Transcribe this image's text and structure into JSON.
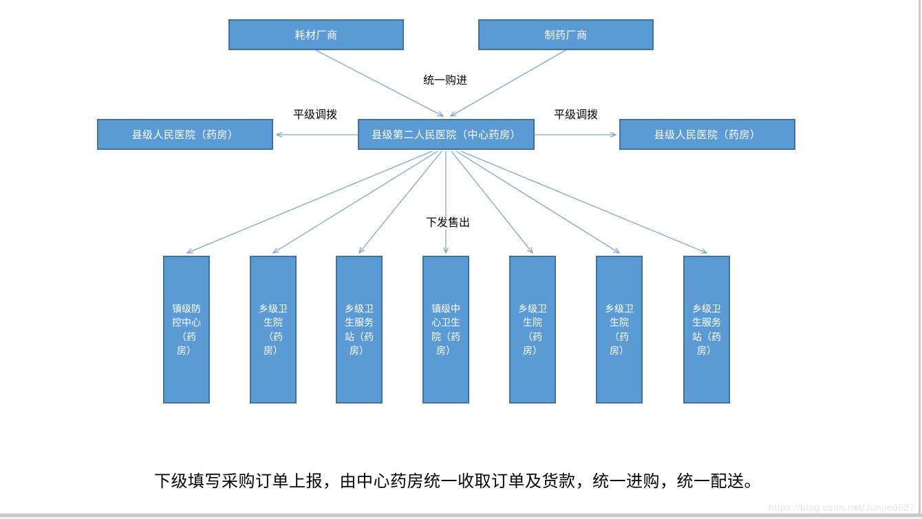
{
  "diagram": {
    "suppliers": [
      {
        "label": "耗材厂商"
      },
      {
        "label": "制药厂商"
      }
    ],
    "hospitals": [
      {
        "label": "县级人民医院（药房）"
      },
      {
        "label": "县级第二人民医院（中心药房）"
      },
      {
        "label": "县级人民医院（药房）"
      }
    ],
    "clinics": [
      {
        "label": "镇级防控中心（药房）"
      },
      {
        "label": "乡级卫生院（药房）"
      },
      {
        "label": "乡级卫生服务站（药房）"
      },
      {
        "label": "镇级中心卫生院（药房）"
      },
      {
        "label": "乡级卫生院（药房）"
      },
      {
        "label": "乡级卫生院（药房）"
      },
      {
        "label": "乡级卫生服务站（药房）"
      }
    ],
    "edge_labels": {
      "unified_purchase": "统一购进",
      "peer_transfer_left": "平级调拨",
      "peer_transfer_right": "平级调拨",
      "distribute_sell": "下发售出"
    },
    "caption": "下级填写采购订单上报，由中心药房统一收取订单及货款，统一进购，统一配送。",
    "watermark": "https://blog.csdn.net/Junjie0627",
    "colors": {
      "box_fill": "#5B9BD5",
      "box_border": "#41719C",
      "connector": "#7EA6CE",
      "caption_text": "#000000",
      "watermark_text": "#E4E4E4"
    }
  }
}
